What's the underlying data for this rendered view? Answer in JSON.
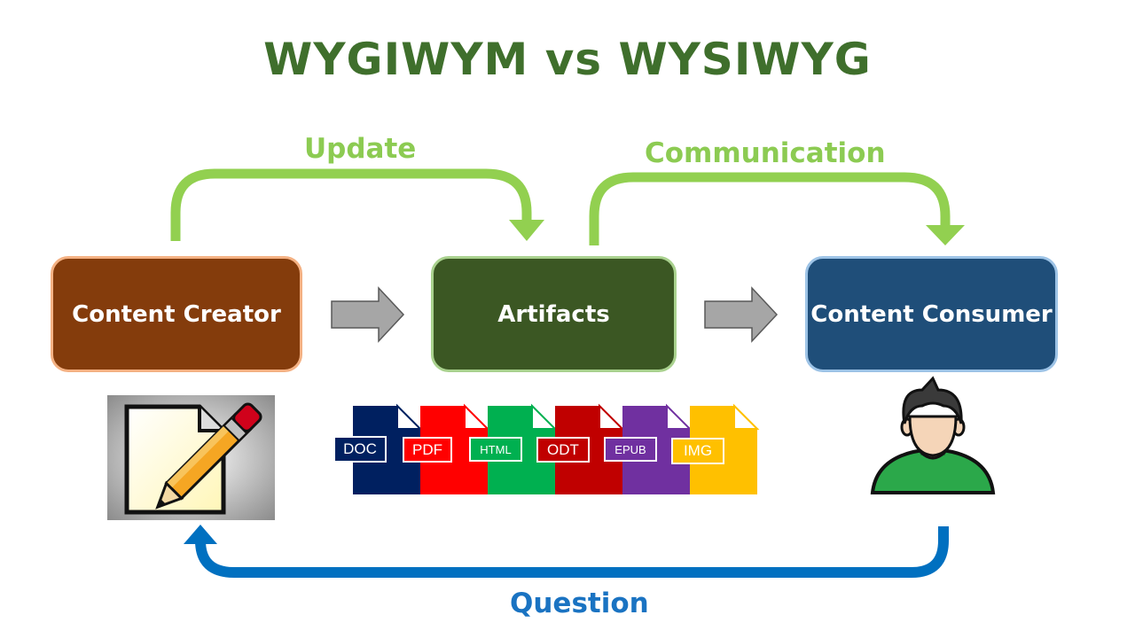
{
  "title": "WYGIWYM vs WYSIWYG",
  "labels": {
    "update": "Update",
    "communication": "Communication",
    "question": "Question"
  },
  "boxes": {
    "creator": "Content Creator",
    "artifacts": "Artifacts",
    "consumer": "Content Consumer"
  },
  "files": [
    {
      "label": "DOC",
      "color": "#002060"
    },
    {
      "label": "PDF",
      "color": "#FF0000"
    },
    {
      "label": "HTML",
      "color": "#00B050"
    },
    {
      "label": "ODT",
      "color": "#C00000"
    },
    {
      "label": "EPUB",
      "color": "#7030A0"
    },
    {
      "label": "IMG",
      "color": "#FFC000"
    }
  ],
  "colors": {
    "title": "#3F6F2C",
    "arrow_green": "#92D050",
    "arrow_blue": "#0070C0",
    "arrow_gray": "#A6A6A6"
  },
  "icons": {
    "creator": "edit-document-pencil-icon",
    "consumer": "user-avatar-icon"
  }
}
